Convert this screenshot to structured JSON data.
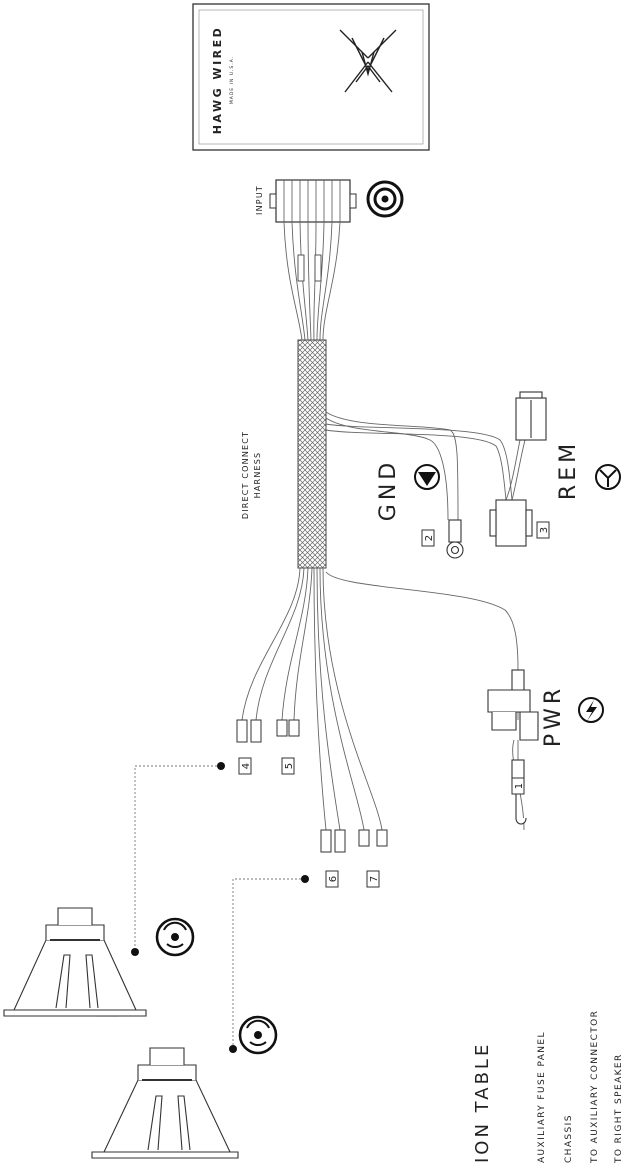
{
  "unit": {
    "brand": "HAWG WIRED",
    "made_in": "MADE IN U.S.A."
  },
  "labels": {
    "input": "INPUT",
    "harness_line1": "DIRECT CONNECT",
    "harness_line2": "HARNESS",
    "gnd": "GND",
    "rem": "REM",
    "pwr": "PWR"
  },
  "numbers": [
    "1",
    "2",
    "3",
    "4",
    "5",
    "6",
    "7"
  ],
  "table": {
    "title": "ION TABLE",
    "rows": [
      "AUXILIARY FUSE PANEL",
      "CHASSIS",
      "TO AUXILIARY CONNECTOR",
      "TO RIGHT SPEAKER"
    ]
  }
}
